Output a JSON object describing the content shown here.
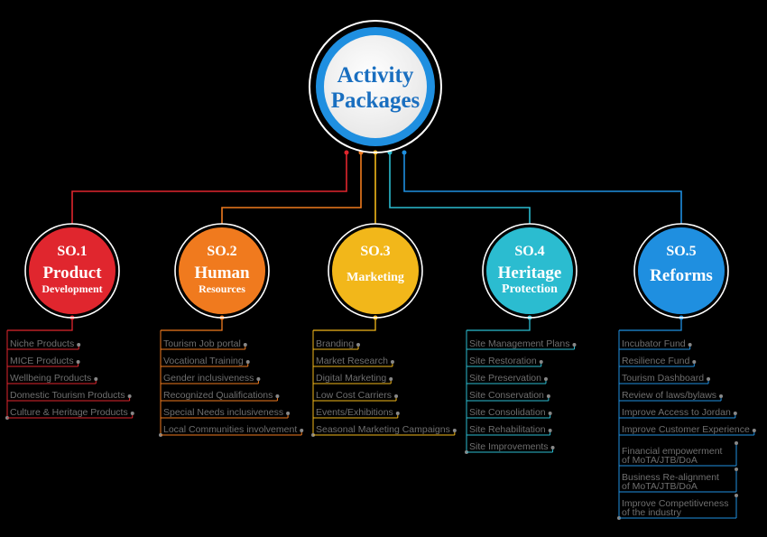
{
  "root": {
    "line1": "Activity",
    "line2": "Packages"
  },
  "branches": [
    {
      "code": "SO.1",
      "line1": "Product",
      "line2": "Development",
      "color": "#e0262e",
      "items": [
        "Niche Products",
        "MICE Products",
        "Wellbeing Products",
        "Domestic Tourism Products",
        "Culture & Heritage Products"
      ]
    },
    {
      "code": "SO.2",
      "line1": "Human",
      "line2": "Resources",
      "color": "#f07a1e",
      "items": [
        "Tourism Job portal",
        "Vocational Training",
        "Gender inclusiveness",
        "Recognized Qualifications",
        "Special Needs inclusiveness",
        "Local Communities involvement"
      ]
    },
    {
      "code": "SO.3",
      "line1": "Marketing",
      "line2": "",
      "color": "#f2b71a",
      "items": [
        "Branding",
        "Market Research",
        "Digital Marketing",
        "Low Cost Carriers",
        "Events/Exhibitions",
        "Seasonal Marketing Campaigns"
      ]
    },
    {
      "code": "SO.4",
      "line1": "Heritage",
      "line2": "Protection",
      "color": "#2bbcd0",
      "items": [
        "Site Management Plans",
        "Site Restoration",
        "Site Preservation",
        "Site Conservation",
        "Site Consolidation",
        "Site Rehabilitation",
        "Site Improvements"
      ]
    },
    {
      "code": "SO.5",
      "line1": "Reforms",
      "line2": "",
      "color": "#1f8fe0",
      "items": [
        "Incubator Fund",
        "Resilience Fund",
        "Tourism Dashboard",
        "Review of laws/bylaws",
        "Improve Access to Jordan",
        "Improve Customer Experience",
        "Financial empowerment of MoTA/JTB/DoA",
        "Business Re-alignment of MoTA/JTB/DoA",
        "Improve Competitiveness of the industry"
      ]
    }
  ]
}
